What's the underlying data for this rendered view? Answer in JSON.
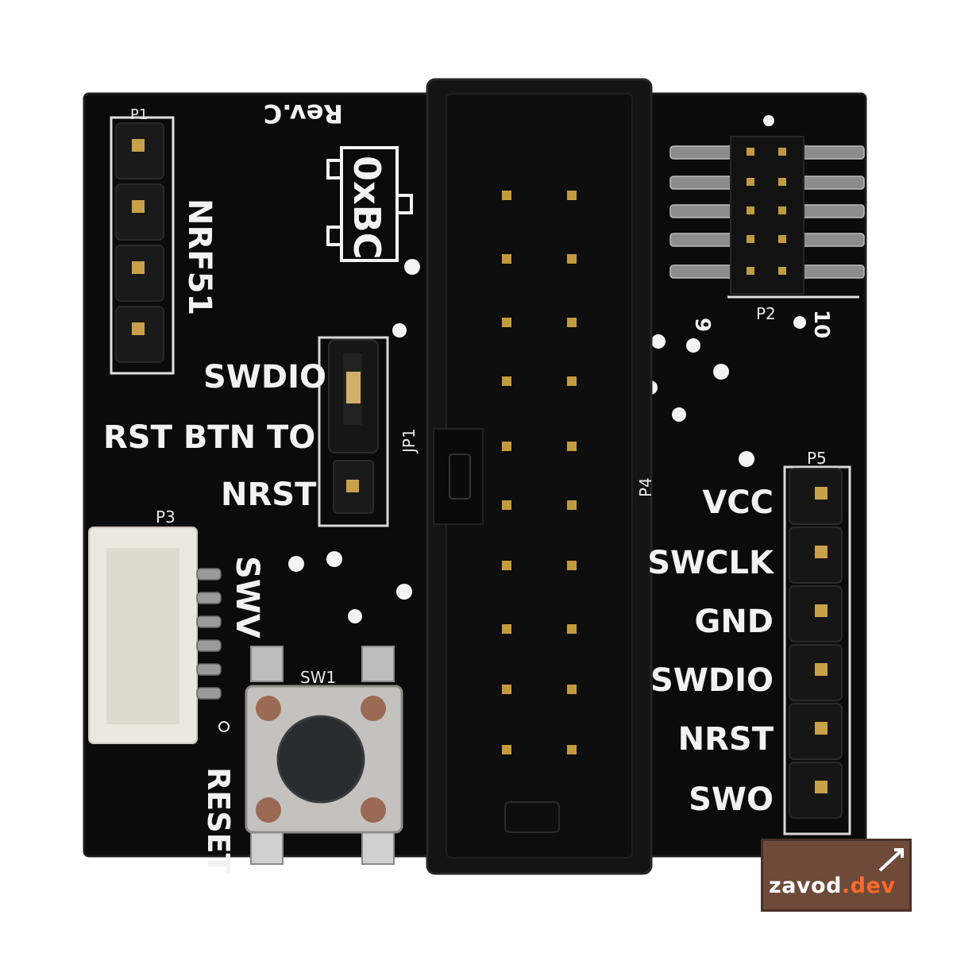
{
  "pcb": {
    "revision": "Rev.C",
    "logo_text": "0xBC",
    "headers": {
      "p1": {
        "designator": "P1",
        "label": "NRF51"
      },
      "p2": {
        "designator": "P2",
        "pin_low": "9",
        "pin_high": "10"
      },
      "p3": {
        "designator": "P3",
        "label": "SWV"
      },
      "p4": {
        "designator": "P4"
      },
      "p5": {
        "designator": "P5",
        "pins": [
          "VCC",
          "SWCLK",
          "GND",
          "SWDIO",
          "NRST",
          "SWO"
        ]
      }
    },
    "jumper": {
      "designator": "JP1",
      "label_top": "SWDIO",
      "label_mid": "RST BTN TO",
      "label_bottom": "NRST"
    },
    "switch": {
      "designator": "SW1",
      "label": "RESET"
    }
  },
  "watermark": {
    "brand": "zavod",
    "domain_suffix": ".dev",
    "brand_color": "#ffffff",
    "accent_color": "#ff6a2a",
    "background_color": "#6e4a3a"
  }
}
